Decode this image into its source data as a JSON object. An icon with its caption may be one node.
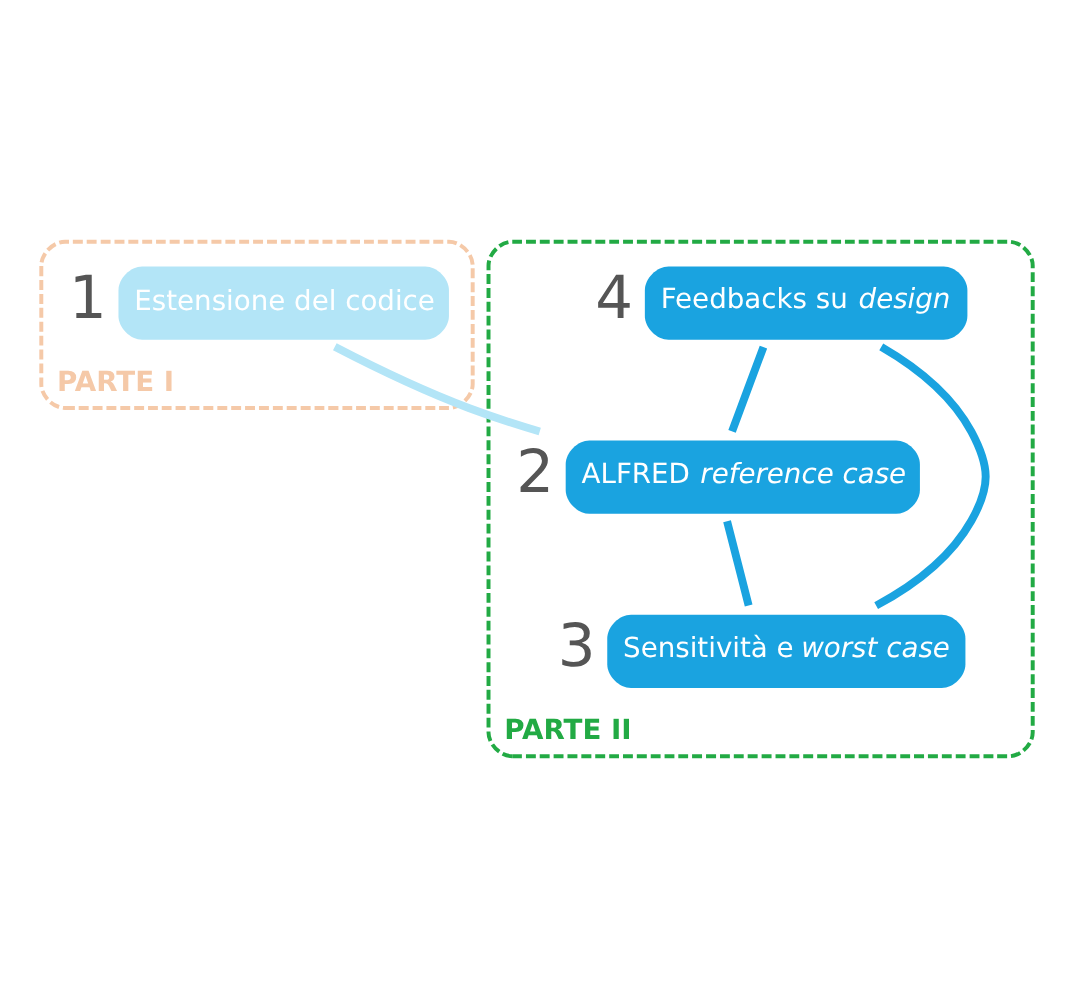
{
  "diagram": {
    "nodes": [
      {
        "text": [
          "PARTE I"
        ]
      },
      {
        "text": [
          "Estensione del codice"
        ],
        "beside": [
          "1"
        ],
        "in": 0
      },
      {
        "text": [
          "PARTE II"
        ]
      },
      {
        "text": [
          "Feedbacks su *design*"
        ],
        "beside": [
          "4"
        ],
        "in": 2
      },
      {
        "text": [
          "ALFRED *reference case*"
        ],
        "beside": [
          "2"
        ],
        "in": 2
      },
      {
        "text": [
          "Sensitività e *worst case*"
        ],
        "beside": [
          "3"
        ],
        "in": 2
      }
    ],
    "edges": [
      {
        "from": 1,
        "to": 4,
        "arrow": "none",
        "color": "#b3e5f7"
      },
      {
        "from": 4,
        "to": 5,
        "arrow": "none"
      },
      {
        "from": 5,
        "to": 3,
        "arrow": "none"
      },
      {
        "from": 3,
        "to": 4,
        "arrow": "none"
      }
    ]
  }
}
